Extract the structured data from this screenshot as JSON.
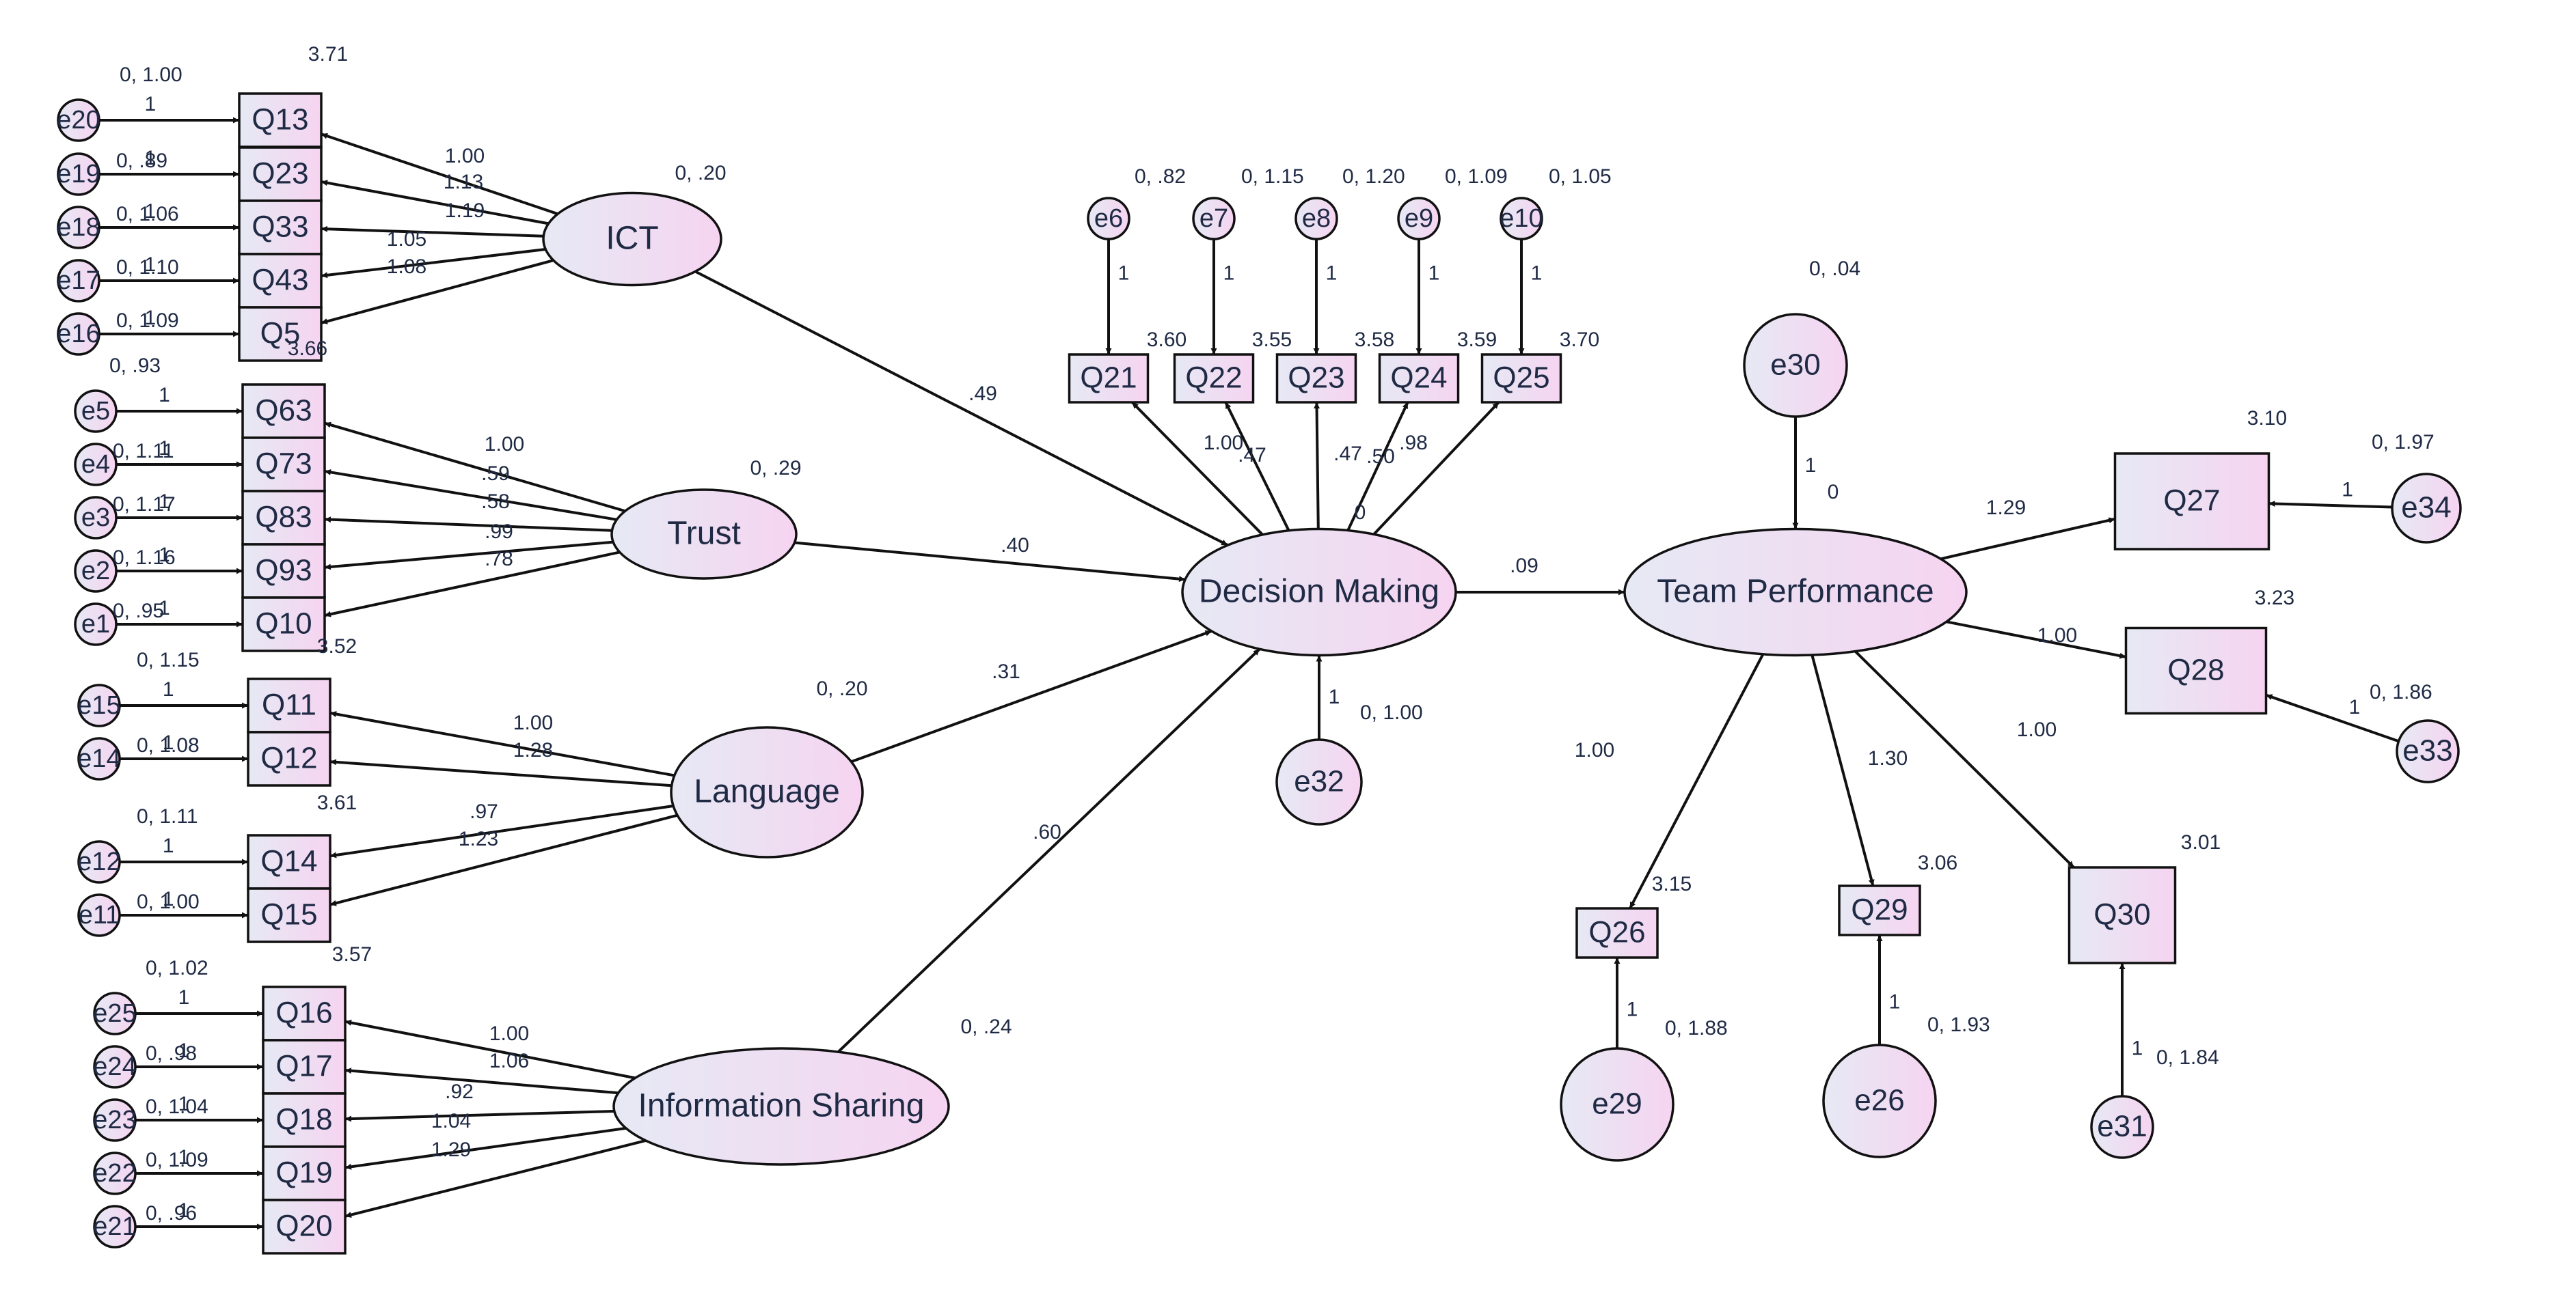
{
  "colors": {
    "node_fill_start": "#e6e9f4",
    "node_fill_end": "#f6d4f1",
    "stroke": "#111111",
    "text": "#1f2a44"
  },
  "latents": [
    {
      "id": "ICT",
      "label": "ICT",
      "annot": "0, .20"
    },
    {
      "id": "Trust",
      "label": "Trust",
      "annot": "0, .29"
    },
    {
      "id": "Language",
      "label": "Language",
      "annot": "0, .20"
    },
    {
      "id": "Info",
      "label": "Information Sharing",
      "annot": "0, .24"
    },
    {
      "id": "DM",
      "label": "Decision Making",
      "annot": "0"
    },
    {
      "id": "TP",
      "label": "Team Performance",
      "annot": "0"
    }
  ],
  "observed": [
    {
      "id": "Q13",
      "label": "Q13",
      "intercept": "3.71"
    },
    {
      "id": "Q23",
      "label": "Q23",
      "intercept": ""
    },
    {
      "id": "Q33",
      "label": "Q33",
      "intercept": ""
    },
    {
      "id": "Q43",
      "label": "Q43",
      "intercept": ""
    },
    {
      "id": "Q5",
      "label": "Q5",
      "intercept": ""
    },
    {
      "id": "Q63",
      "label": "Q63",
      "intercept": "3.66"
    },
    {
      "id": "Q73",
      "label": "Q73",
      "intercept": ""
    },
    {
      "id": "Q83",
      "label": "Q83",
      "intercept": ""
    },
    {
      "id": "Q93",
      "label": "Q93",
      "intercept": ""
    },
    {
      "id": "Q10",
      "label": "Q10",
      "intercept": ""
    },
    {
      "id": "Q11",
      "label": "Q11",
      "intercept": "3.52"
    },
    {
      "id": "Q12",
      "label": "Q12",
      "intercept": ""
    },
    {
      "id": "Q14",
      "label": "Q14",
      "intercept": "3.61"
    },
    {
      "id": "Q15",
      "label": "Q15",
      "intercept": ""
    },
    {
      "id": "Q16",
      "label": "Q16",
      "intercept": "3.57"
    },
    {
      "id": "Q17",
      "label": "Q17",
      "intercept": ""
    },
    {
      "id": "Q18",
      "label": "Q18",
      "intercept": ""
    },
    {
      "id": "Q19",
      "label": "Q19",
      "intercept": ""
    },
    {
      "id": "Q20",
      "label": "Q20",
      "intercept": ""
    },
    {
      "id": "Q21",
      "label": "Q21",
      "intercept": "3.60"
    },
    {
      "id": "Q22",
      "label": "Q22",
      "intercept": "3.55"
    },
    {
      "id": "Q23b",
      "label": "Q23",
      "intercept": "3.58"
    },
    {
      "id": "Q24",
      "label": "Q24",
      "intercept": "3.59"
    },
    {
      "id": "Q25",
      "label": "Q25",
      "intercept": "3.70"
    },
    {
      "id": "Q27",
      "label": "Q27",
      "intercept": "3.10"
    },
    {
      "id": "Q28",
      "label": "Q28",
      "intercept": "3.23"
    },
    {
      "id": "Q26",
      "label": "Q26",
      "intercept": "3.15"
    },
    {
      "id": "Q29",
      "label": "Q29",
      "intercept": "3.06"
    },
    {
      "id": "Q30",
      "label": "Q30",
      "intercept": "3.01"
    }
  ],
  "errors": [
    {
      "id": "e20",
      "label": "e20",
      "annot": "0, 1.00",
      "weight": "1"
    },
    {
      "id": "e19",
      "label": "e19",
      "annot": "0, .89",
      "weight": "1"
    },
    {
      "id": "e18",
      "label": "e18",
      "annot": "0, 1.06",
      "weight": "1"
    },
    {
      "id": "e17",
      "label": "e17",
      "annot": "0, 1.10",
      "weight": "1"
    },
    {
      "id": "e16",
      "label": "e16",
      "annot": "0, 1.09",
      "weight": "1"
    },
    {
      "id": "e5",
      "label": "e5",
      "annot": "0, .93",
      "weight": "1"
    },
    {
      "id": "e4",
      "label": "e4",
      "annot": "0, 1.11",
      "weight": "1"
    },
    {
      "id": "e3",
      "label": "e3",
      "annot": "0, 1.17",
      "weight": "1"
    },
    {
      "id": "e2",
      "label": "e2",
      "annot": "0, 1.16",
      "weight": "1"
    },
    {
      "id": "e1",
      "label": "e1",
      "annot": "0, .95",
      "weight": "1"
    },
    {
      "id": "e15",
      "label": "e15",
      "annot": "0, 1.15",
      "weight": "1"
    },
    {
      "id": "e14",
      "label": "e14",
      "annot": "0, 1.08",
      "weight": "1"
    },
    {
      "id": "e12",
      "label": "e12",
      "annot": "0, 1.11",
      "weight": "1"
    },
    {
      "id": "e11",
      "label": "e11",
      "annot": "0, 1.00",
      "weight": "1"
    },
    {
      "id": "e25",
      "label": "e25",
      "annot": "0, 1.02",
      "weight": "1"
    },
    {
      "id": "e24",
      "label": "e24",
      "annot": "0, .98",
      "weight": "1"
    },
    {
      "id": "e23",
      "label": "e23",
      "annot": "0, 1.04",
      "weight": "1"
    },
    {
      "id": "e22",
      "label": "e22",
      "annot": "0, 1.09",
      "weight": "1"
    },
    {
      "id": "e21",
      "label": "e21",
      "annot": "0, .96",
      "weight": "1"
    },
    {
      "id": "e6",
      "label": "e6",
      "annot": "0, .82",
      "weight": "1"
    },
    {
      "id": "e7",
      "label": "e7",
      "annot": "0, 1.15",
      "weight": "1"
    },
    {
      "id": "e8",
      "label": "e8",
      "annot": "0, 1.20",
      "weight": "1"
    },
    {
      "id": "e9",
      "label": "e9",
      "annot": "0, 1.09",
      "weight": "1"
    },
    {
      "id": "e10",
      "label": "e10",
      "annot": "0, 1.05",
      "weight": "1"
    },
    {
      "id": "e30",
      "label": "e30",
      "annot": "0, .04",
      "weight": "1"
    },
    {
      "id": "e32",
      "label": "e32",
      "annot": "0, 1.00",
      "weight": "1"
    },
    {
      "id": "e34",
      "label": "e34",
      "annot": "0, 1.97",
      "weight": "1"
    },
    {
      "id": "e33",
      "label": "e33",
      "annot": "0, 1.86",
      "weight": "1"
    },
    {
      "id": "e29",
      "label": "e29",
      "annot": "0, 1.88",
      "weight": "1"
    },
    {
      "id": "e26",
      "label": "e26",
      "annot": "0, 1.93",
      "weight": "1"
    },
    {
      "id": "e31",
      "label": "e31",
      "annot": "0, 1.84",
      "weight": "1"
    }
  ],
  "edges": [
    {
      "from": "ICT",
      "to": "Q13",
      "label": "1.00"
    },
    {
      "from": "ICT",
      "to": "Q23",
      "label": "1.13"
    },
    {
      "from": "ICT",
      "to": "Q33",
      "label": "1.19"
    },
    {
      "from": "ICT",
      "to": "Q43",
      "label": "1.05"
    },
    {
      "from": "ICT",
      "to": "Q5",
      "label": "1.08"
    },
    {
      "from": "Trust",
      "to": "Q63",
      "label": "1.00"
    },
    {
      "from": "Trust",
      "to": "Q73",
      "label": ".59"
    },
    {
      "from": "Trust",
      "to": "Q83",
      "label": ".58"
    },
    {
      "from": "Trust",
      "to": "Q93",
      "label": ".99"
    },
    {
      "from": "Trust",
      "to": "Q10",
      "label": ".78"
    },
    {
      "from": "Language",
      "to": "Q11",
      "label": "1.00"
    },
    {
      "from": "Language",
      "to": "Q12",
      "label": "1.28"
    },
    {
      "from": "Language",
      "to": "Q14",
      "label": ".97"
    },
    {
      "from": "Language",
      "to": "Q15",
      "label": "1.23"
    },
    {
      "from": "Info",
      "to": "Q16",
      "label": "1.00"
    },
    {
      "from": "Info",
      "to": "Q17",
      "label": "1.06"
    },
    {
      "from": "Info",
      "to": "Q18",
      "label": ".92"
    },
    {
      "from": "Info",
      "to": "Q19",
      "label": "1.04"
    },
    {
      "from": "Info",
      "to": "Q20",
      "label": "1.29"
    },
    {
      "from": "ICT",
      "to": "DM",
      "label": ".49"
    },
    {
      "from": "Trust",
      "to": "DM",
      "label": ".40"
    },
    {
      "from": "Language",
      "to": "DM",
      "label": ".31"
    },
    {
      "from": "Info",
      "to": "DM",
      "label": ".60"
    },
    {
      "from": "DM",
      "to": "Q21",
      "label": "1.00"
    },
    {
      "from": "DM",
      "to": "Q22",
      "label": ".47"
    },
    {
      "from": "DM",
      "to": "Q23b",
      "label": ".47"
    },
    {
      "from": "DM",
      "to": "Q24",
      "label": ".50"
    },
    {
      "from": "DM",
      "to": "Q25",
      "label": ".98"
    },
    {
      "from": "DM",
      "to": "TP",
      "label": ".09"
    },
    {
      "from": "TP",
      "to": "Q27",
      "label": "1.29"
    },
    {
      "from": "TP",
      "to": "Q28",
      "label": "1.00"
    },
    {
      "from": "TP",
      "to": "Q26",
      "label": "1.00"
    },
    {
      "from": "TP",
      "to": "Q29",
      "label": "1.30"
    },
    {
      "from": "TP",
      "to": "Q30",
      "label": "1.00"
    },
    {
      "from": "e20",
      "to": "Q13",
      "label": ""
    },
    {
      "from": "e19",
      "to": "Q23",
      "label": ""
    },
    {
      "from": "e18",
      "to": "Q33",
      "label": ""
    },
    {
      "from": "e17",
      "to": "Q43",
      "label": ""
    },
    {
      "from": "e16",
      "to": "Q5",
      "label": ""
    },
    {
      "from": "e5",
      "to": "Q63",
      "label": ""
    },
    {
      "from": "e4",
      "to": "Q73",
      "label": ""
    },
    {
      "from": "e3",
      "to": "Q83",
      "label": ""
    },
    {
      "from": "e2",
      "to": "Q93",
      "label": ""
    },
    {
      "from": "e1",
      "to": "Q10",
      "label": ""
    },
    {
      "from": "e15",
      "to": "Q11",
      "label": ""
    },
    {
      "from": "e14",
      "to": "Q12",
      "label": ""
    },
    {
      "from": "e12",
      "to": "Q14",
      "label": ""
    },
    {
      "from": "e11",
      "to": "Q15",
      "label": ""
    },
    {
      "from": "e25",
      "to": "Q16",
      "label": ""
    },
    {
      "from": "e24",
      "to": "Q17",
      "label": ""
    },
    {
      "from": "e23",
      "to": "Q18",
      "label": ""
    },
    {
      "from": "e22",
      "to": "Q19",
      "label": ""
    },
    {
      "from": "e21",
      "to": "Q20",
      "label": ""
    },
    {
      "from": "e6",
      "to": "Q21",
      "label": ""
    },
    {
      "from": "e7",
      "to": "Q22",
      "label": ""
    },
    {
      "from": "e8",
      "to": "Q23b",
      "label": ""
    },
    {
      "from": "e9",
      "to": "Q24",
      "label": ""
    },
    {
      "from": "e10",
      "to": "Q25",
      "label": ""
    },
    {
      "from": "e30",
      "to": "TP",
      "label": ""
    },
    {
      "from": "e32",
      "to": "DM",
      "label": ""
    },
    {
      "from": "e34",
      "to": "Q27",
      "label": ""
    },
    {
      "from": "e33",
      "to": "Q28",
      "label": ""
    },
    {
      "from": "e29",
      "to": "Q26",
      "label": ""
    },
    {
      "from": "e26",
      "to": "Q29",
      "label": ""
    },
    {
      "from": "e31",
      "to": "Q30",
      "label": ""
    }
  ]
}
